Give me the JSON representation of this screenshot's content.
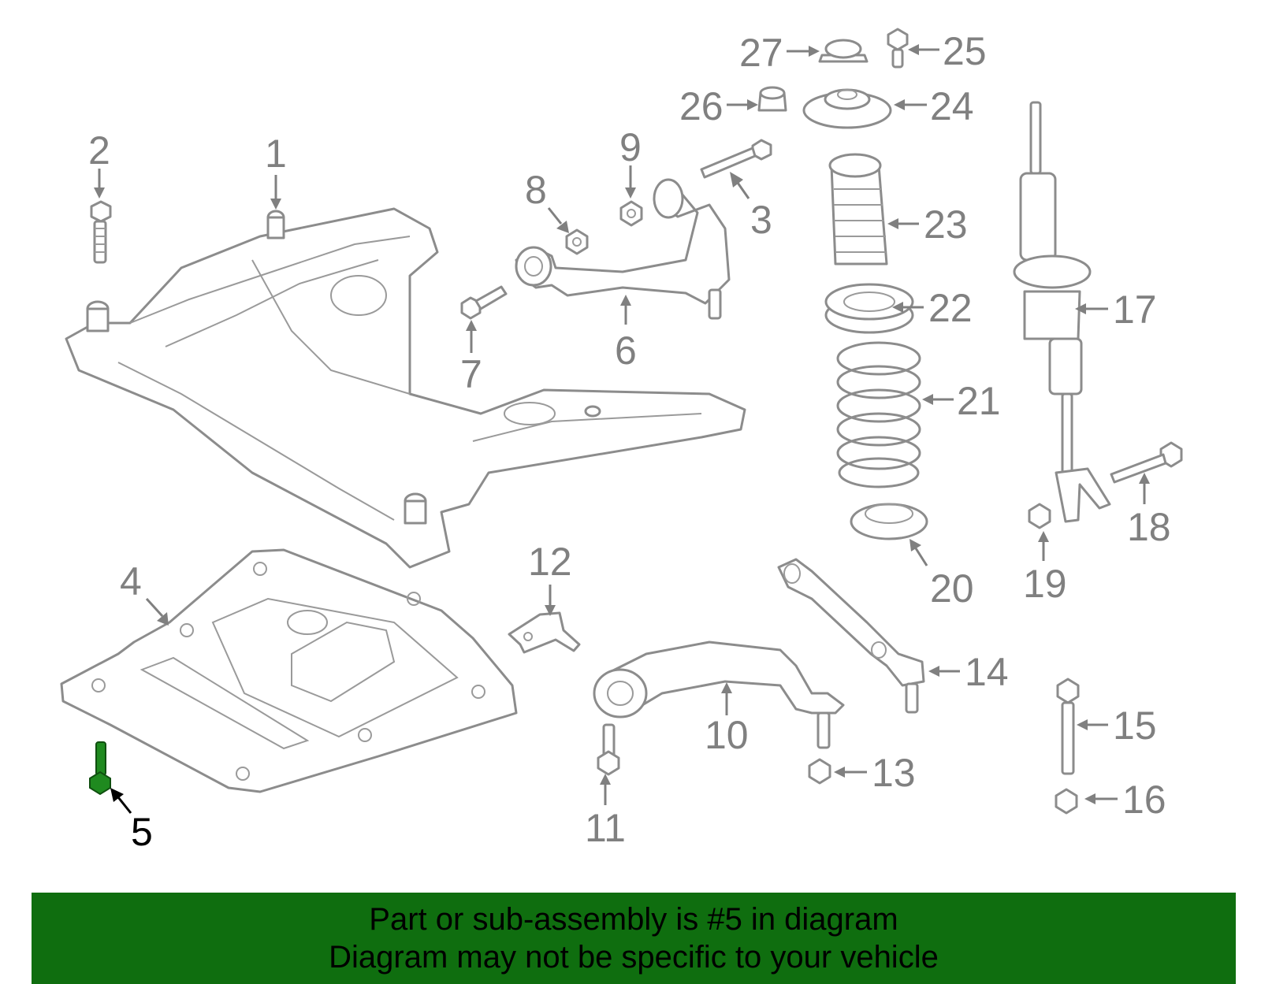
{
  "diagram": {
    "highlight_color": "#1f8a1f",
    "callouts": [
      "1",
      "2",
      "3",
      "4",
      "5",
      "6",
      "7",
      "8",
      "9",
      "10",
      "11",
      "12",
      "13",
      "14",
      "15",
      "16",
      "17",
      "18",
      "19",
      "20",
      "21",
      "22",
      "23",
      "24",
      "25",
      "26",
      "27"
    ],
    "highlighted": "5"
  },
  "banner": {
    "line1": "Part or sub-assembly is #5 in diagram",
    "line2": "Diagram may not be specific to your vehicle",
    "color": "#0f6e0f"
  }
}
